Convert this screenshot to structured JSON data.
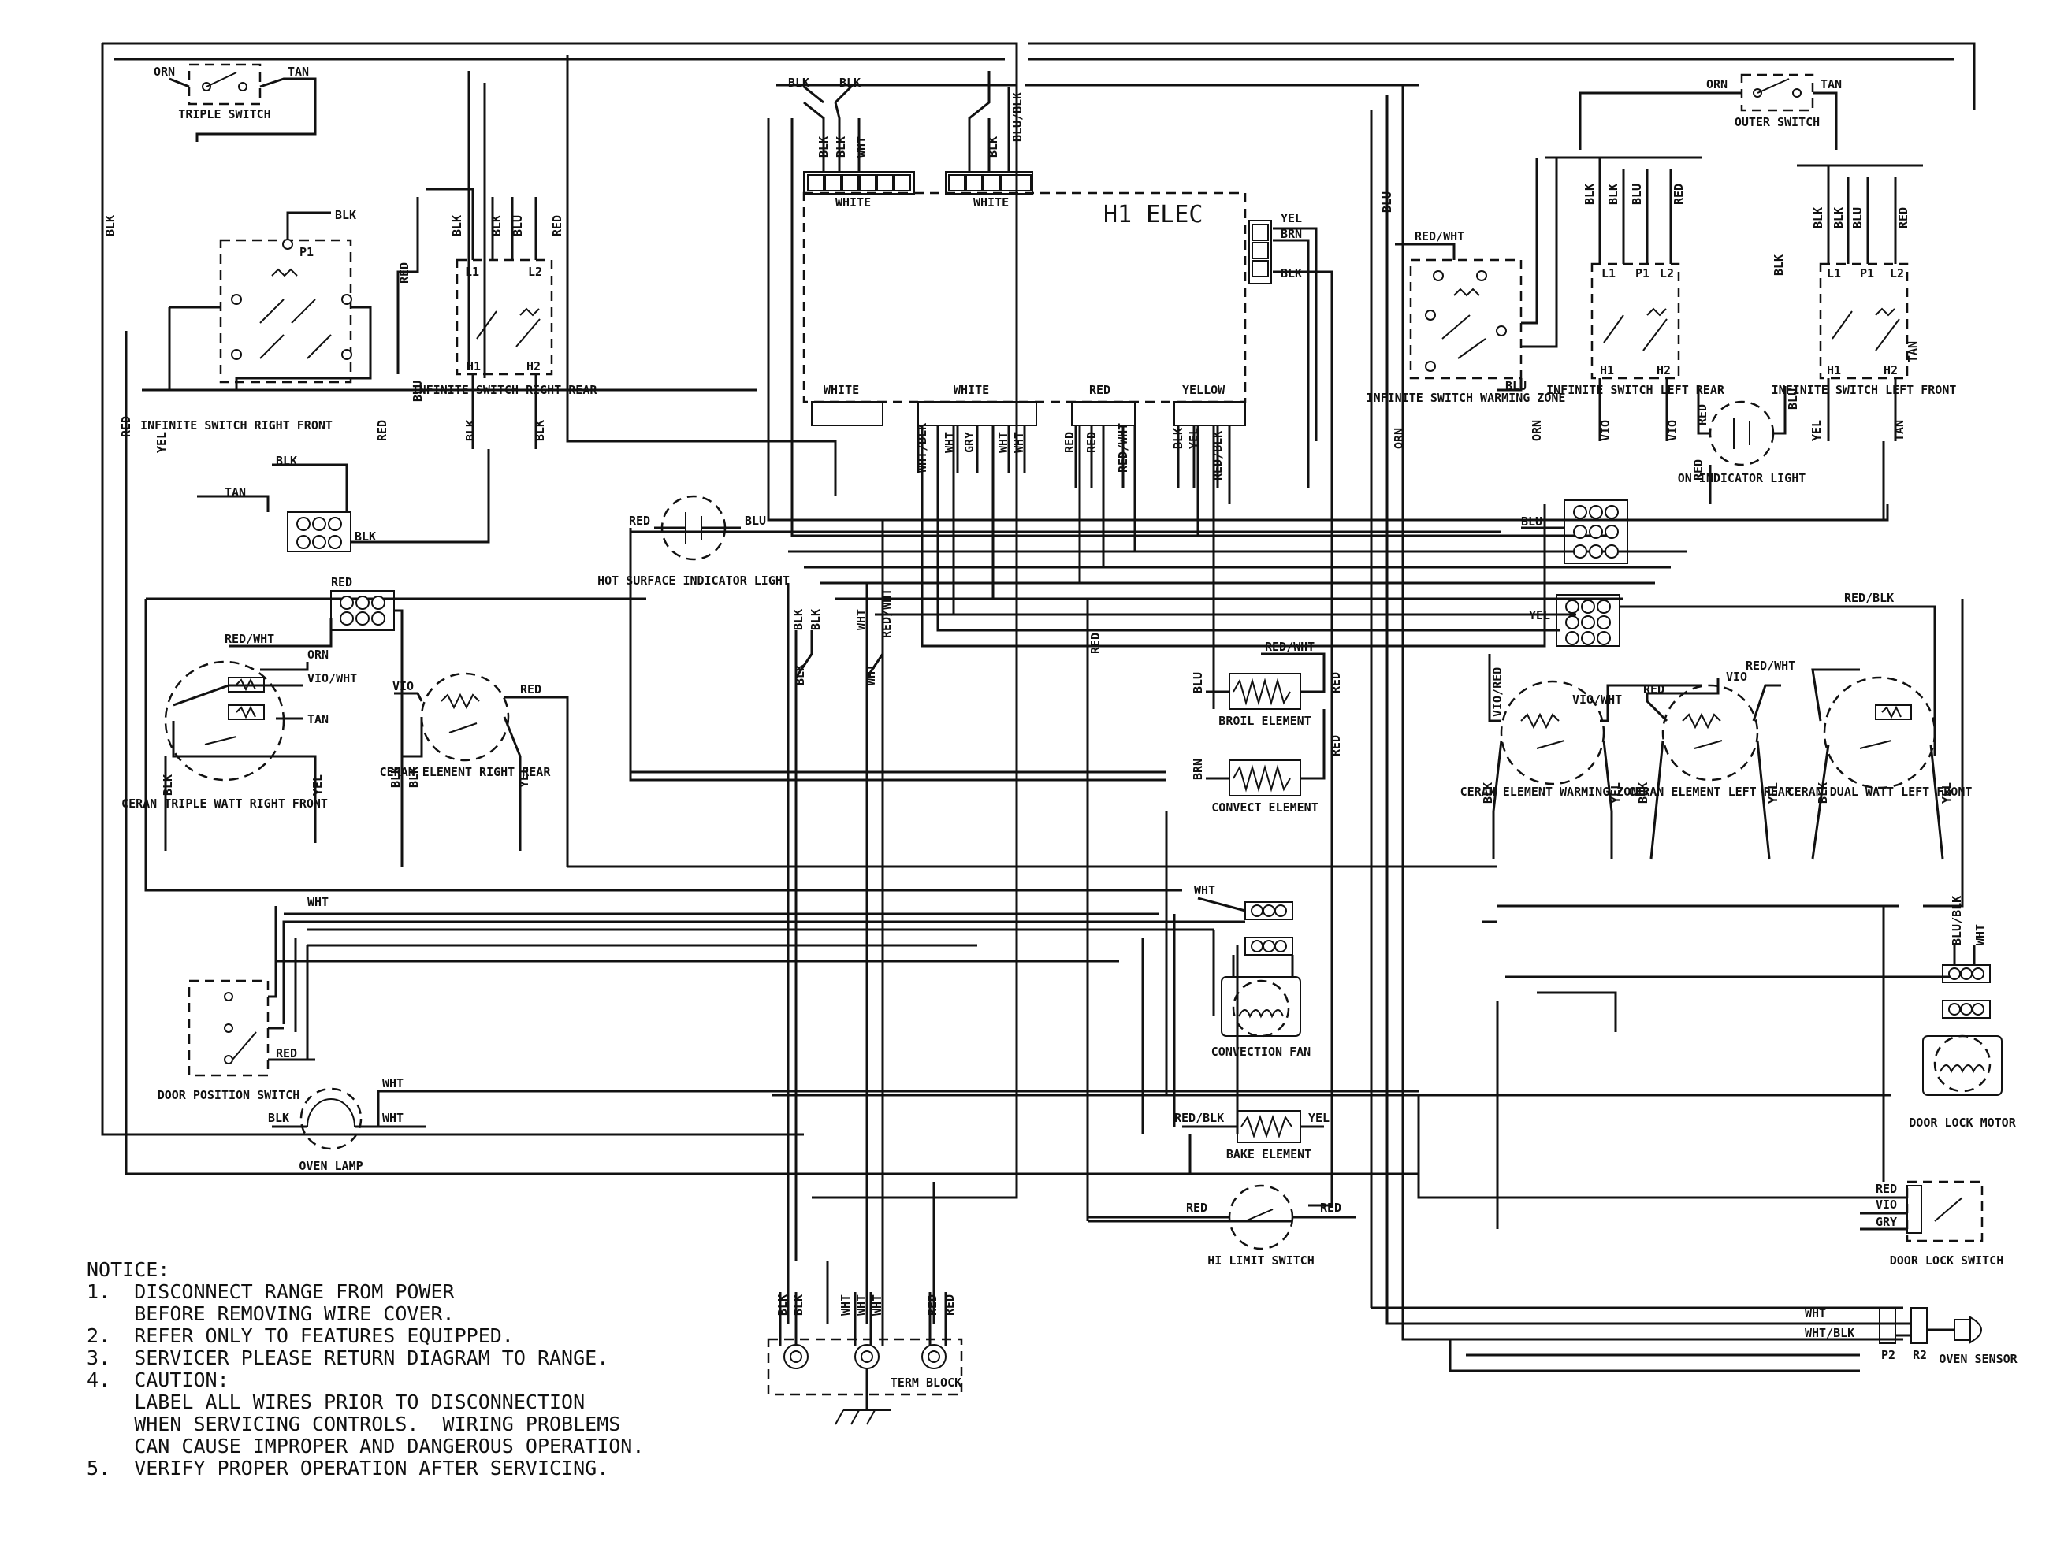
{
  "title": "H1 ELEC",
  "components": {
    "triple_switch": "TRIPLE SWITCH",
    "outer_switch": "OUTER SWITCH",
    "infinite_switch_right_front": "INFINITE SWITCH RIGHT FRONT",
    "infinite_switch_right_rear": "INFINITE SWITCH RIGHT REAR",
    "infinite_switch_warming_zone": "INFINITE SWITCH WARMING ZONE",
    "infinite_switch_left_rear": "INFINITE SWITCH LEFT REAR",
    "infinite_switch_left_front": "INFINITE SWITCH LEFT FRONT",
    "on_indicator_light": "ON INDICATOR LIGHT",
    "hot_surface_indicator_light": "HOT SURFACE INDICATOR LIGHT",
    "broil_element": "BROIL ELEMENT",
    "convect_element": "CONVECT ELEMENT",
    "ceran_triple_watt_right_front": "CERAN TRIPLE WATT RIGHT FRONT",
    "ceran_element_right_rear": "CERAN ELEMENT RIGHT REAR",
    "ceran_element_warming_zone": "CERAN ELEMENT WARMING ZONE",
    "ceran_element_left_rear": "CERAN ELEMENT LEFT REAR",
    "ceran_dual_watt_left_front": "CERAN DUAL WATT LEFT FRONT",
    "convection_fan": "CONVECTION FAN",
    "door_lock_motor": "DOOR LOCK MOTOR",
    "door_position_switch": "DOOR POSITION SWITCH",
    "oven_lamp": "OVEN LAMP",
    "bake_element": "BAKE ELEMENT",
    "hi_limit_switch": "HI LIMIT SWITCH",
    "door_lock_switch": "DOOR LOCK SWITCH",
    "term_block": "TERM BLOCK",
    "oven_sensor": "OVEN SENSOR"
  },
  "connectors": {
    "white": "WHITE",
    "red": "RED",
    "yellow": "YELLOW",
    "p2": "P2",
    "r2": "R2"
  },
  "wire_labels": {
    "blk": "BLK",
    "wht": "WHT",
    "red": "RED",
    "orn": "ORN",
    "tan": "TAN",
    "blu": "BLU",
    "yel": "YEL",
    "vio": "VIO",
    "gry": "GRY",
    "brn": "BRN",
    "red_wht": "RED/WHT",
    "red_blk": "RED/BLK",
    "blu_blk": "BLU/BLK",
    "wht_blk": "WHT/BLK",
    "wht_red": "WHT/RED",
    "vio_red": "VIO/RED",
    "vio_wht": "VIO/WHT",
    "l1": "L1",
    "l2": "L2",
    "h1": "H1",
    "h2": "H2",
    "p1": "P1",
    "p2": "P2"
  },
  "notice": {
    "heading": "NOTICE:",
    "items": [
      "1.  DISCONNECT RANGE FROM POWER",
      "    BEFORE REMOVING WIRE COVER.",
      "2.  REFER ONLY TO FEATURES EQUIPPED.",
      "3.  SERVICER PLEASE RETURN DIAGRAM TO RANGE.",
      "4.  CAUTION:",
      "    LABEL ALL WIRES PRIOR TO DISCONNECTION",
      "    WHEN SERVICING CONTROLS.  WIRING PROBLEMS",
      "    CAN CAUSE IMPROPER AND DANGEROUS OPERATION.",
      "5.  VERIFY PROPER OPERATION AFTER SERVICING."
    ]
  }
}
